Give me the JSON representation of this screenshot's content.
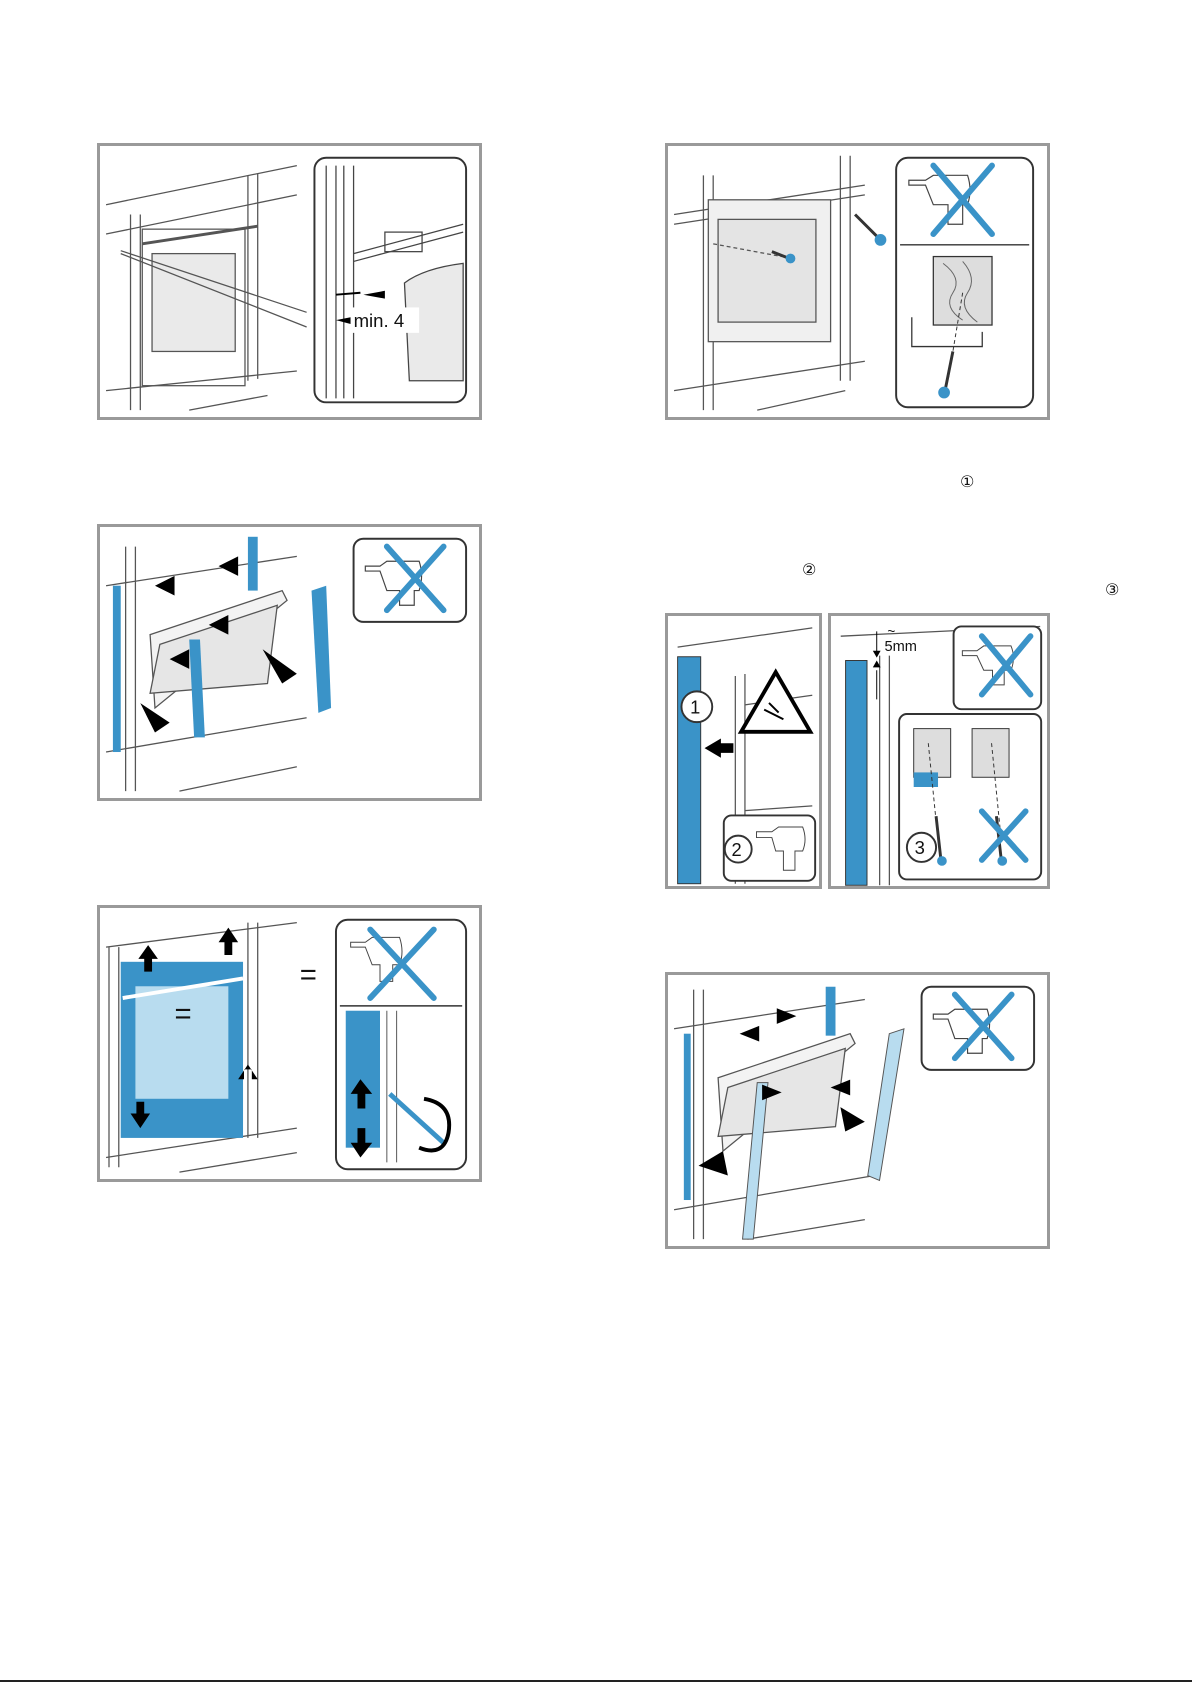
{
  "figures": {
    "fig1": {
      "label": "min. 4"
    },
    "fig4": {
      "label": "5mm",
      "tilde": "~",
      "callouts": [
        "1",
        "2",
        "3"
      ]
    },
    "fig5": {
      "equals": "="
    }
  },
  "markers": [
    "①",
    "②",
    "③"
  ],
  "colors": {
    "accent": "#3a93c8",
    "frame": "#9a9a9a",
    "line": "#555555",
    "light_blue": "#b8dcef"
  }
}
